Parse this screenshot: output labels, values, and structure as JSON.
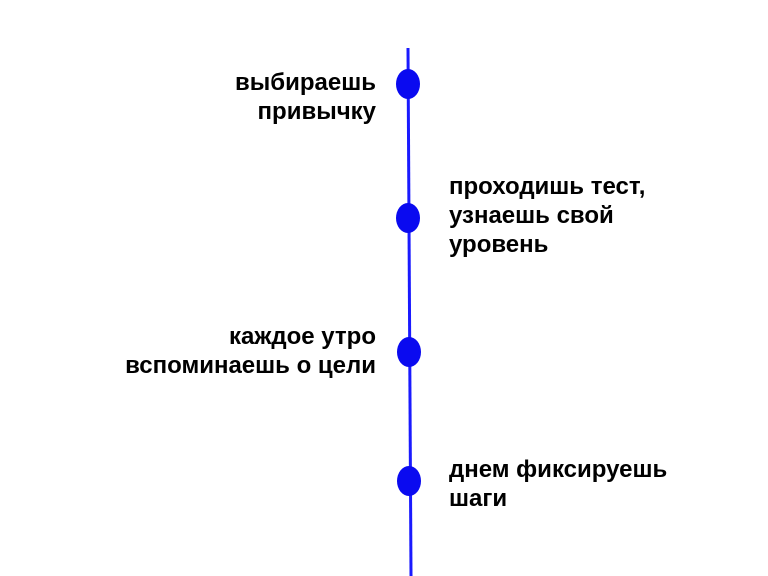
{
  "colors": {
    "line": "#1a1aff",
    "dot": "#0a0af0",
    "text": "#000000",
    "background": "#ffffff"
  },
  "steps": [
    {
      "lines": [
        "выбираешь",
        "привычку"
      ],
      "side": "left"
    },
    {
      "lines": [
        "проходишь тест,",
        "узнаешь свой",
        "уровень"
      ],
      "side": "right"
    },
    {
      "lines": [
        "каждое утро",
        "вспоминаешь о цели"
      ],
      "side": "left"
    },
    {
      "lines": [
        "днем фиксируешь",
        "шаги"
      ],
      "side": "right"
    }
  ]
}
